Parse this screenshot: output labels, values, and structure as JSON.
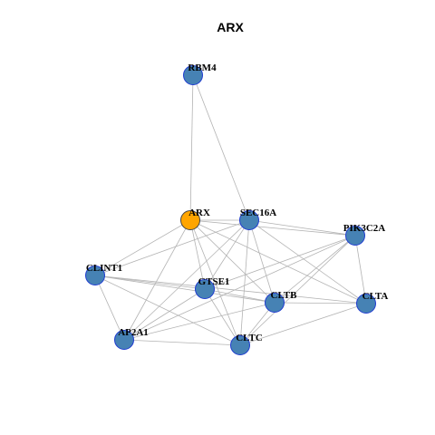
{
  "title": "ARX",
  "colors": {
    "background": "#ffffff",
    "edge": "#b3b3b3",
    "node_fill": "#4682b4",
    "node_border": "#1f3bd1",
    "focus_fill": "#ffa500",
    "focus_border": "#444444",
    "label": "#000000"
  },
  "nodes": [
    {
      "id": "RBM4",
      "label": "RBM4",
      "focus": false
    },
    {
      "id": "ARX",
      "label": "ARX",
      "focus": true
    },
    {
      "id": "SEC16A",
      "label": "SEC16A",
      "focus": false
    },
    {
      "id": "PIK3C2A",
      "label": "PIK3C2A",
      "focus": false
    },
    {
      "id": "CLINT1",
      "label": "CLINT1",
      "focus": false
    },
    {
      "id": "GTSE1",
      "label": "GTSE1",
      "focus": false
    },
    {
      "id": "CLTB",
      "label": "CLTB",
      "focus": false
    },
    {
      "id": "CLTA",
      "label": "CLTA",
      "focus": false
    },
    {
      "id": "AP2A1",
      "label": "AP2A1",
      "focus": false
    },
    {
      "id": "CLTC",
      "label": "CLTC",
      "focus": false
    }
  ],
  "edges": [
    [
      "RBM4",
      "ARX"
    ],
    [
      "RBM4",
      "SEC16A"
    ],
    [
      "ARX",
      "SEC16A"
    ],
    [
      "ARX",
      "PIK3C2A"
    ],
    [
      "ARX",
      "CLINT1"
    ],
    [
      "ARX",
      "GTSE1"
    ],
    [
      "ARX",
      "CLTB"
    ],
    [
      "ARX",
      "CLTA"
    ],
    [
      "ARX",
      "AP2A1"
    ],
    [
      "ARX",
      "CLTC"
    ],
    [
      "SEC16A",
      "PIK3C2A"
    ],
    [
      "SEC16A",
      "CLINT1"
    ],
    [
      "SEC16A",
      "GTSE1"
    ],
    [
      "SEC16A",
      "CLTB"
    ],
    [
      "SEC16A",
      "CLTA"
    ],
    [
      "SEC16A",
      "AP2A1"
    ],
    [
      "SEC16A",
      "CLTC"
    ],
    [
      "PIK3C2A",
      "GTSE1"
    ],
    [
      "PIK3C2A",
      "CLTB"
    ],
    [
      "PIK3C2A",
      "CLTA"
    ],
    [
      "PIK3C2A",
      "AP2A1"
    ],
    [
      "PIK3C2A",
      "CLTC"
    ],
    [
      "CLINT1",
      "GTSE1"
    ],
    [
      "CLINT1",
      "CLTB"
    ],
    [
      "CLINT1",
      "CLTA"
    ],
    [
      "CLINT1",
      "AP2A1"
    ],
    [
      "CLINT1",
      "CLTC"
    ],
    [
      "GTSE1",
      "CLTB"
    ],
    [
      "GTSE1",
      "AP2A1"
    ],
    [
      "GTSE1",
      "CLTC"
    ],
    [
      "CLTB",
      "CLTA"
    ],
    [
      "CLTB",
      "AP2A1"
    ],
    [
      "CLTB",
      "CLTC"
    ],
    [
      "CLTA",
      "CLTC"
    ],
    [
      "AP2A1",
      "CLTC"
    ]
  ]
}
